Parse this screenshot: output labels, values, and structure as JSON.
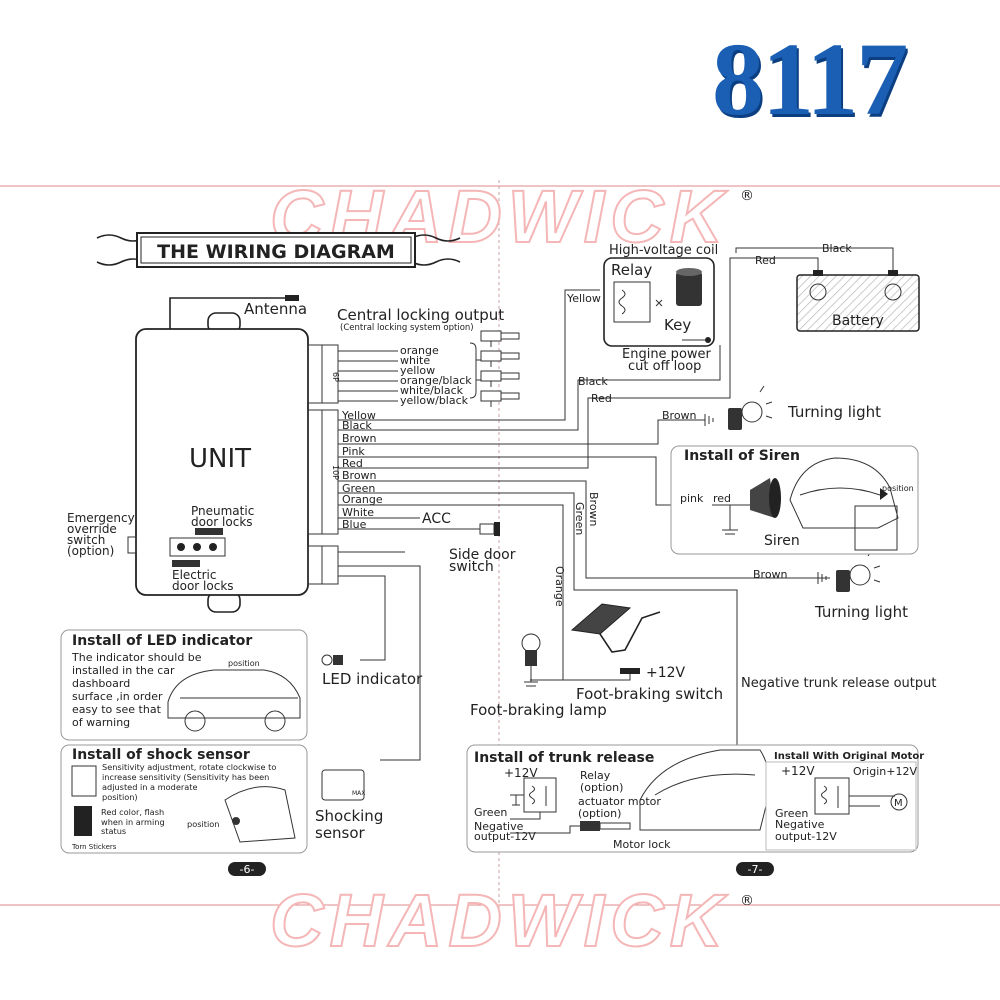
{
  "model_number": "8117",
  "watermark": "CHADWICK",
  "watermark_mark": "®",
  "title": "THE WIRING DIAGRAM",
  "unit": {
    "label": "UNIT",
    "pneumatic_label": [
      "Pneumatic",
      "door locks"
    ],
    "electric_label": [
      "Electric",
      "door locks"
    ],
    "emergency_label": [
      "Emergency",
      "override",
      "switch",
      "(option)"
    ],
    "port_6p": "6P",
    "port_10p": "10P"
  },
  "antenna": "Antenna",
  "central_locking": {
    "title": "Central locking output",
    "subtitle": "(Central locking system option)",
    "wires": [
      "orange",
      "white",
      "yellow",
      "orange/black",
      "white/black",
      "yellow/black"
    ]
  },
  "main_wires": [
    "Yellow",
    "Black",
    "Brown",
    "Pink",
    "Red",
    "Brown",
    "Green",
    "Orange",
    "White",
    "Blue"
  ],
  "acc": "ACC",
  "side_door": [
    "Side door",
    "switch"
  ],
  "relay_box": {
    "title": "High-voltage coil",
    "relay": "Relay",
    "key": "Key",
    "caption": [
      "Engine power",
      "cut off loop"
    ]
  },
  "battery": "Battery",
  "wire_labels": {
    "yellow": "Yellow",
    "black": "Black",
    "red": "Red",
    "black_top": "Black",
    "red_top": "Red",
    "brown_h": "Brown",
    "brown_h2": "Brown",
    "brown_v": "Brown",
    "green_v": "Green",
    "orange_v": "Orange",
    "pink": "pink",
    "red_siren": "red"
  },
  "turning_light": "Turning light",
  "siren_box": {
    "title": "Install of Siren",
    "siren": "Siren",
    "position": "position"
  },
  "foot_braking": {
    "switch": "Foot-braking switch",
    "lamp": "Foot-braking lamp",
    "plus12": "+12V"
  },
  "negative_trunk": "Negative trunk release output",
  "led_box": {
    "title": "Install of LED indicator",
    "text": [
      "The indicator should be",
      "installed in the car",
      "dashboard",
      "surface ,in order",
      "easy to see that",
      "of warning"
    ],
    "position": "position"
  },
  "led_indicator": "LED indicator",
  "shock_box": {
    "title": "Install of shock sensor",
    "text": [
      "Sensitivity adjustment, rotate clockwise to",
      "increase sensitivity (Sensitivity has been",
      "adjusted in a moderate",
      "position)"
    ],
    "red_text": [
      "Red color, flash",
      "when in arming",
      "status"
    ],
    "torn": "Torn Stickers",
    "position": "position"
  },
  "shocking_sensor": [
    "Shocking",
    "sensor"
  ],
  "shock_max": "MAX",
  "trunk_box": {
    "title": "Install of trunk release",
    "plus12": "+12V",
    "relay": [
      "Relay",
      "(option)"
    ],
    "actuator": [
      "actuator motor",
      "(option)"
    ],
    "green": "Green",
    "negative": [
      "Negative",
      "output-12V"
    ],
    "motor_lock": "Motor lock",
    "orig_title": "Install With Original Motor",
    "orig_plus12": "+12V",
    "origin": "Origin+12V",
    "orig_green": "Green",
    "orig_negative": [
      "Negative",
      "output-12V"
    ],
    "motor_symbol": "M"
  },
  "page_left": "-6-",
  "page_right": "-7-",
  "colors": {
    "model": "#1a5fb4",
    "guide": "#e08a8a",
    "watermark": "#f4b6b6",
    "ink": "#222222"
  }
}
